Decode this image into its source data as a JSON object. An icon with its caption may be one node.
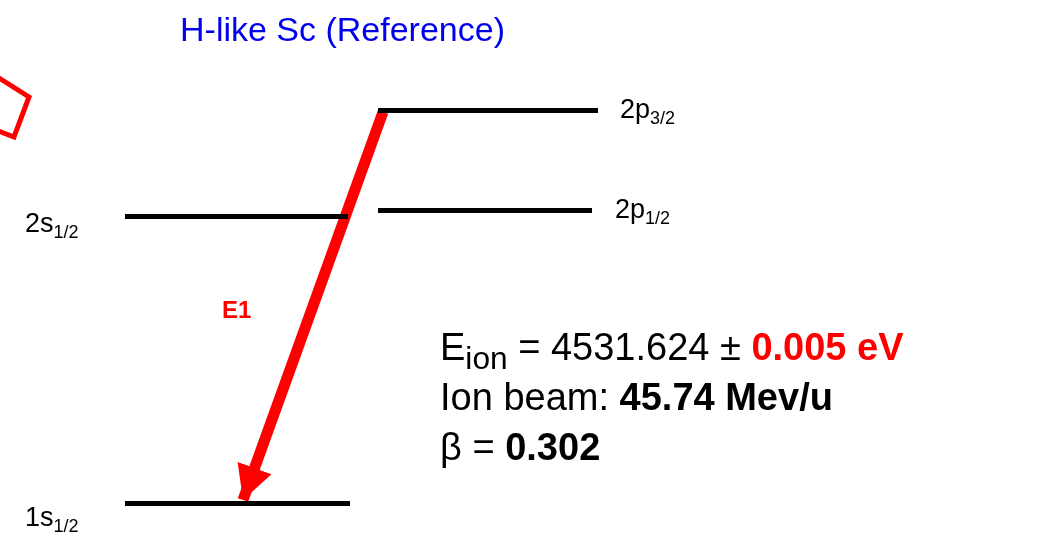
{
  "diagram": {
    "title": "H-like Sc (Reference)",
    "nodes": [
      {
        "text": [
          "2p$_{3/2}$"
        ]
      },
      {
        "text": [
          "2s$_{1/2}$"
        ]
      },
      {
        "text": [
          "2p$_{1/2}$"
        ]
      },
      {
        "text": [
          "1s$_{1/2}$"
        ]
      }
    ],
    "edges": [
      {
        "from": 0,
        "to": 3,
        "arrow": "to",
        "label": "E1",
        "color": "#ff0000"
      }
    ],
    "labels": [
      "E$_{ion}$ = 4531.624 ± **0.005 eV**",
      "Ion beam: **45.74 Mev/u**",
      "β = **0.302**"
    ]
  }
}
